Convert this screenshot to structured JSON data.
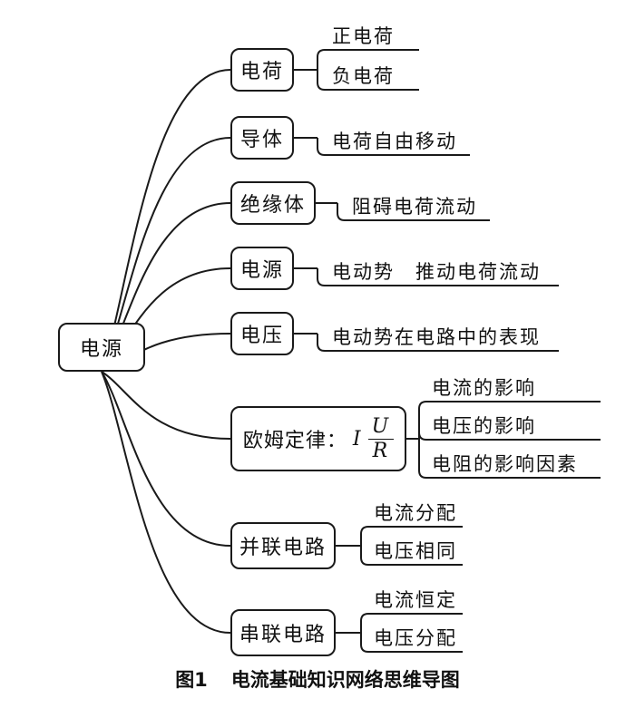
{
  "root": {
    "label": "电源"
  },
  "branches": [
    {
      "label": "电荷",
      "children": [
        "正电荷",
        "负电荷"
      ]
    },
    {
      "label": "导体",
      "children": [
        "电荷自由移动"
      ]
    },
    {
      "label": "绝缘体",
      "children": [
        "阻碍电荷流动"
      ]
    },
    {
      "label": "电源",
      "children": [
        "电动势　推动电荷流动"
      ]
    },
    {
      "label": "电压",
      "children": [
        "电动势在电路中的表现"
      ]
    },
    {
      "label": "欧姆定律：",
      "formula": {
        "lhs": "I",
        "numerator": "U",
        "denominator": "R"
      },
      "children": [
        "电流的影响",
        "电压的影响",
        "电阻的影响因素"
      ]
    },
    {
      "label": "并联电路",
      "children": [
        "电流分配",
        "电压相同"
      ]
    },
    {
      "label": "串联电路",
      "children": [
        "电流恒定",
        "电压分配"
      ]
    }
  ],
  "caption": {
    "figure_no": "图1",
    "title": "电流基础知识网络思维导图"
  }
}
